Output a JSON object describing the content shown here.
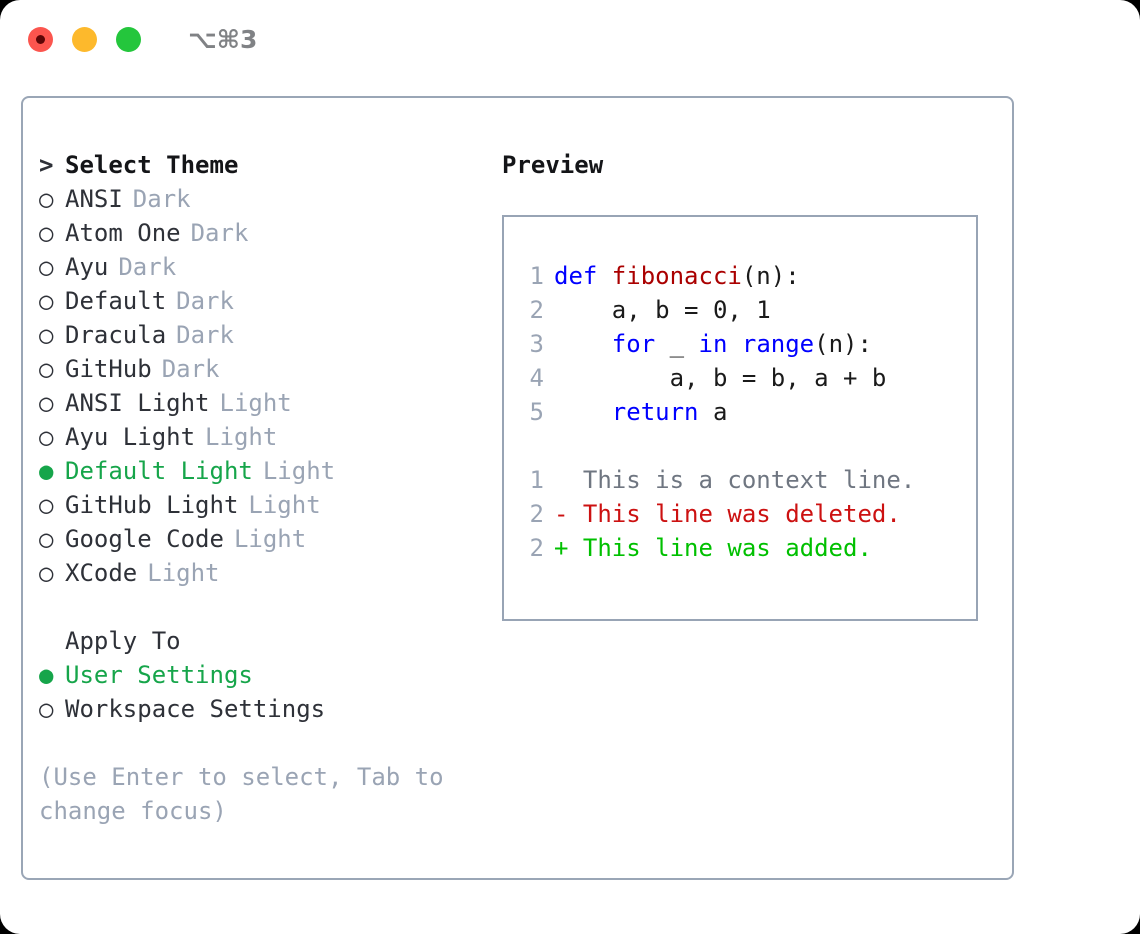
{
  "titlebar": {
    "shortcut": "⌥⌘3",
    "buttons": [
      {
        "name": "close",
        "color": "#fb554e"
      },
      {
        "name": "minimize",
        "color": "#fdb92c"
      },
      {
        "name": "zoom",
        "color": "#24c63c"
      }
    ]
  },
  "theme_picker": {
    "header_marker": ">",
    "header": "Select Theme",
    "unselected_marker": "○",
    "selected_marker": "●",
    "items": [
      {
        "name": "ANSI",
        "category": "Dark",
        "selected": false
      },
      {
        "name": "Atom One",
        "category": "Dark",
        "selected": false
      },
      {
        "name": "Ayu",
        "category": "Dark",
        "selected": false
      },
      {
        "name": "Default",
        "category": "Dark",
        "selected": false
      },
      {
        "name": "Dracula",
        "category": "Dark",
        "selected": false
      },
      {
        "name": "GitHub",
        "category": "Dark",
        "selected": false
      },
      {
        "name": "ANSI Light",
        "category": "Light",
        "selected": false
      },
      {
        "name": "Ayu Light",
        "category": "Light",
        "selected": false
      },
      {
        "name": "Default Light",
        "category": "Light",
        "selected": true
      },
      {
        "name": "GitHub Light",
        "category": "Light",
        "selected": false
      },
      {
        "name": "Google Code",
        "category": "Light",
        "selected": false
      },
      {
        "name": "XCode",
        "category": "Light",
        "selected": false
      }
    ]
  },
  "apply_to": {
    "header": "Apply To",
    "unselected_marker": "○",
    "selected_marker": "●",
    "options": [
      {
        "label": "User Settings",
        "selected": true
      },
      {
        "label": "Workspace Settings",
        "selected": false
      }
    ]
  },
  "hint": "(Use Enter to select, Tab to\nchange focus)",
  "preview": {
    "title": "Preview",
    "code_lines": [
      {
        "number": "1",
        "tokens": [
          {
            "t": "def ",
            "c": "kw"
          },
          {
            "t": "fibonacci",
            "c": "fn"
          },
          {
            "t": "(n):",
            "c": "pl"
          }
        ]
      },
      {
        "number": "2",
        "tokens": [
          {
            "t": "    a, b = 0, 1",
            "c": "pl"
          }
        ]
      },
      {
        "number": "3",
        "tokens": [
          {
            "t": "    ",
            "c": "pl"
          },
          {
            "t": "for",
            "c": "kw"
          },
          {
            "t": " _ ",
            "c": "pl"
          },
          {
            "t": "in",
            "c": "kw"
          },
          {
            "t": " ",
            "c": "pl"
          },
          {
            "t": "range",
            "c": "kw"
          },
          {
            "t": "(n):",
            "c": "pl"
          }
        ]
      },
      {
        "number": "4",
        "tokens": [
          {
            "t": "        a, b = b, a + b",
            "c": "pl"
          }
        ]
      },
      {
        "number": "5",
        "tokens": [
          {
            "t": "    ",
            "c": "pl"
          },
          {
            "t": "return",
            "c": "kw"
          },
          {
            "t": " a",
            "c": "pl"
          }
        ]
      }
    ],
    "diff_lines": [
      {
        "number": "1",
        "prefix": "  ",
        "text": "This is a context line.",
        "kind": "ctx"
      },
      {
        "number": "2",
        "prefix": "- ",
        "text": "This line was deleted.",
        "kind": "del"
      },
      {
        "number": "2",
        "prefix": "+ ",
        "text": "This line was added.",
        "kind": "add"
      }
    ]
  },
  "colors": {
    "accent_green": "#16a54a",
    "muted": "#9aa4b4",
    "text": "#2e3138",
    "keyword": "#0000ff",
    "function": "#aa0000",
    "deleted": "#cc1111",
    "added": "#00c000",
    "border": "#9aa6b6"
  }
}
